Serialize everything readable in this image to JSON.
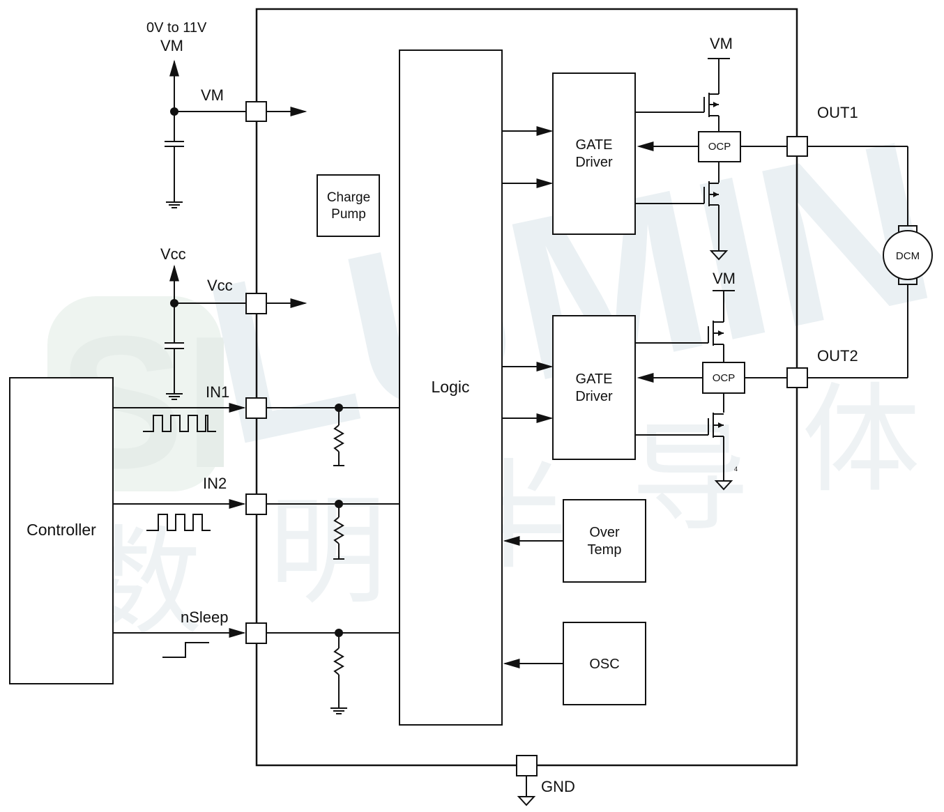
{
  "watermark": {
    "logo_text": "SI",
    "brand_text": "LUMIN",
    "chinese_chars": [
      "数",
      "明",
      "半",
      "导",
      "体"
    ]
  },
  "labels": {
    "vm_range": "0V to 11V",
    "vm_supply": "VM",
    "vm_pin": "VM",
    "vcc_supply": "Vcc",
    "vcc_pin": "Vcc",
    "in1": "IN1",
    "in2": "IN2",
    "nsleep": "nSleep",
    "gnd": "GND",
    "out1": "OUT1",
    "out2": "OUT2",
    "vm_top": "VM",
    "vm_mid": "VM",
    "small_mark": "4"
  },
  "blocks": {
    "controller": "Controller",
    "logic": "Logic",
    "charge_pump": [
      "Charge",
      "Pump"
    ],
    "gate_driver_1": [
      "GATE",
      "Driver"
    ],
    "gate_driver_2": [
      "GATE",
      "Driver"
    ],
    "ocp_1": "OCP",
    "ocp_2": "OCP",
    "over_temp": [
      "Over",
      "Temp"
    ],
    "osc": "OSC",
    "motor": "DCM"
  },
  "colors": {
    "line": "#111111",
    "watermark_green": "#e6ede9",
    "watermark_blue": "#eaf0f3"
  }
}
